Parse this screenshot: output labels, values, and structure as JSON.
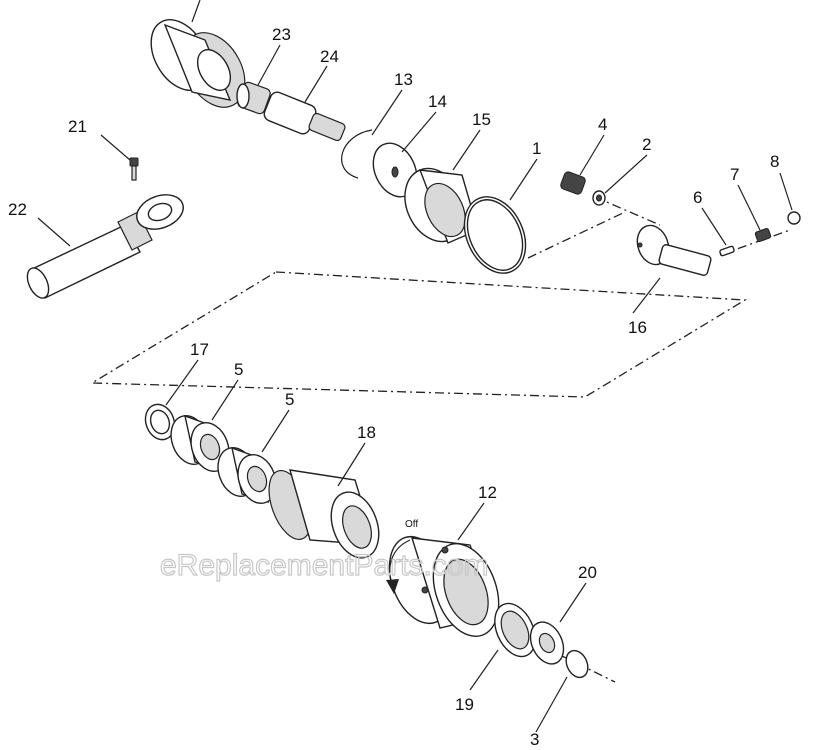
{
  "callouts": [
    {
      "id": "c23",
      "label": "23"
    },
    {
      "id": "c24",
      "label": "24"
    },
    {
      "id": "c13",
      "label": "13"
    },
    {
      "id": "c14",
      "label": "14"
    },
    {
      "id": "c15",
      "label": "15"
    },
    {
      "id": "c1",
      "label": "1"
    },
    {
      "id": "c4",
      "label": "4"
    },
    {
      "id": "c2",
      "label": "2"
    },
    {
      "id": "c8",
      "label": "8"
    },
    {
      "id": "c7",
      "label": "7"
    },
    {
      "id": "c6",
      "label": "6"
    },
    {
      "id": "c21",
      "label": "21"
    },
    {
      "id": "c22",
      "label": "22"
    },
    {
      "id": "c16",
      "label": "16"
    },
    {
      "id": "c17",
      "label": "17"
    },
    {
      "id": "c5a",
      "label": "5"
    },
    {
      "id": "c5b",
      "label": "5"
    },
    {
      "id": "c18",
      "label": "18"
    },
    {
      "id": "c12",
      "label": "12"
    },
    {
      "id": "c20",
      "label": "20"
    },
    {
      "id": "c19",
      "label": "19"
    },
    {
      "id": "c3",
      "label": "3"
    }
  ],
  "direction_label": "Off",
  "watermark": "eReplacementParts.com"
}
